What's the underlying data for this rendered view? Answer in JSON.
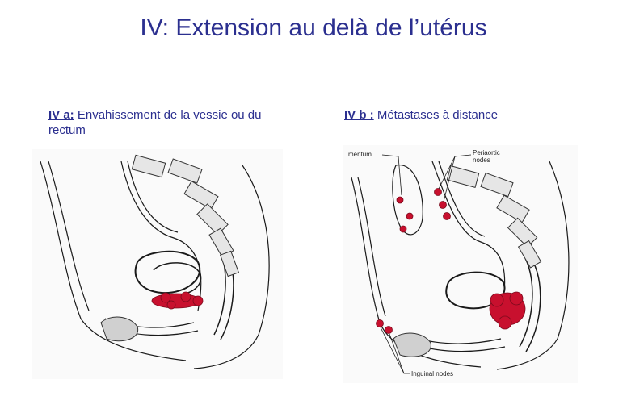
{
  "title": "IV: Extension au delà de l’utérus",
  "panel_a": {
    "tag": "IV a:",
    "text": " Envahissement de la vessie ou du rectum"
  },
  "panel_b": {
    "tag": "IV b :",
    "text": " Métastases à distance",
    "labels": {
      "omentum": "mentum",
      "periaortic_line1": "Periaortic",
      "periaortic_line2": "nodes",
      "inguinal": "Inguinal nodes"
    }
  },
  "colors": {
    "title": "#2b2f8f",
    "tumor": "#c8102e",
    "line": "#1a1a1a"
  }
}
